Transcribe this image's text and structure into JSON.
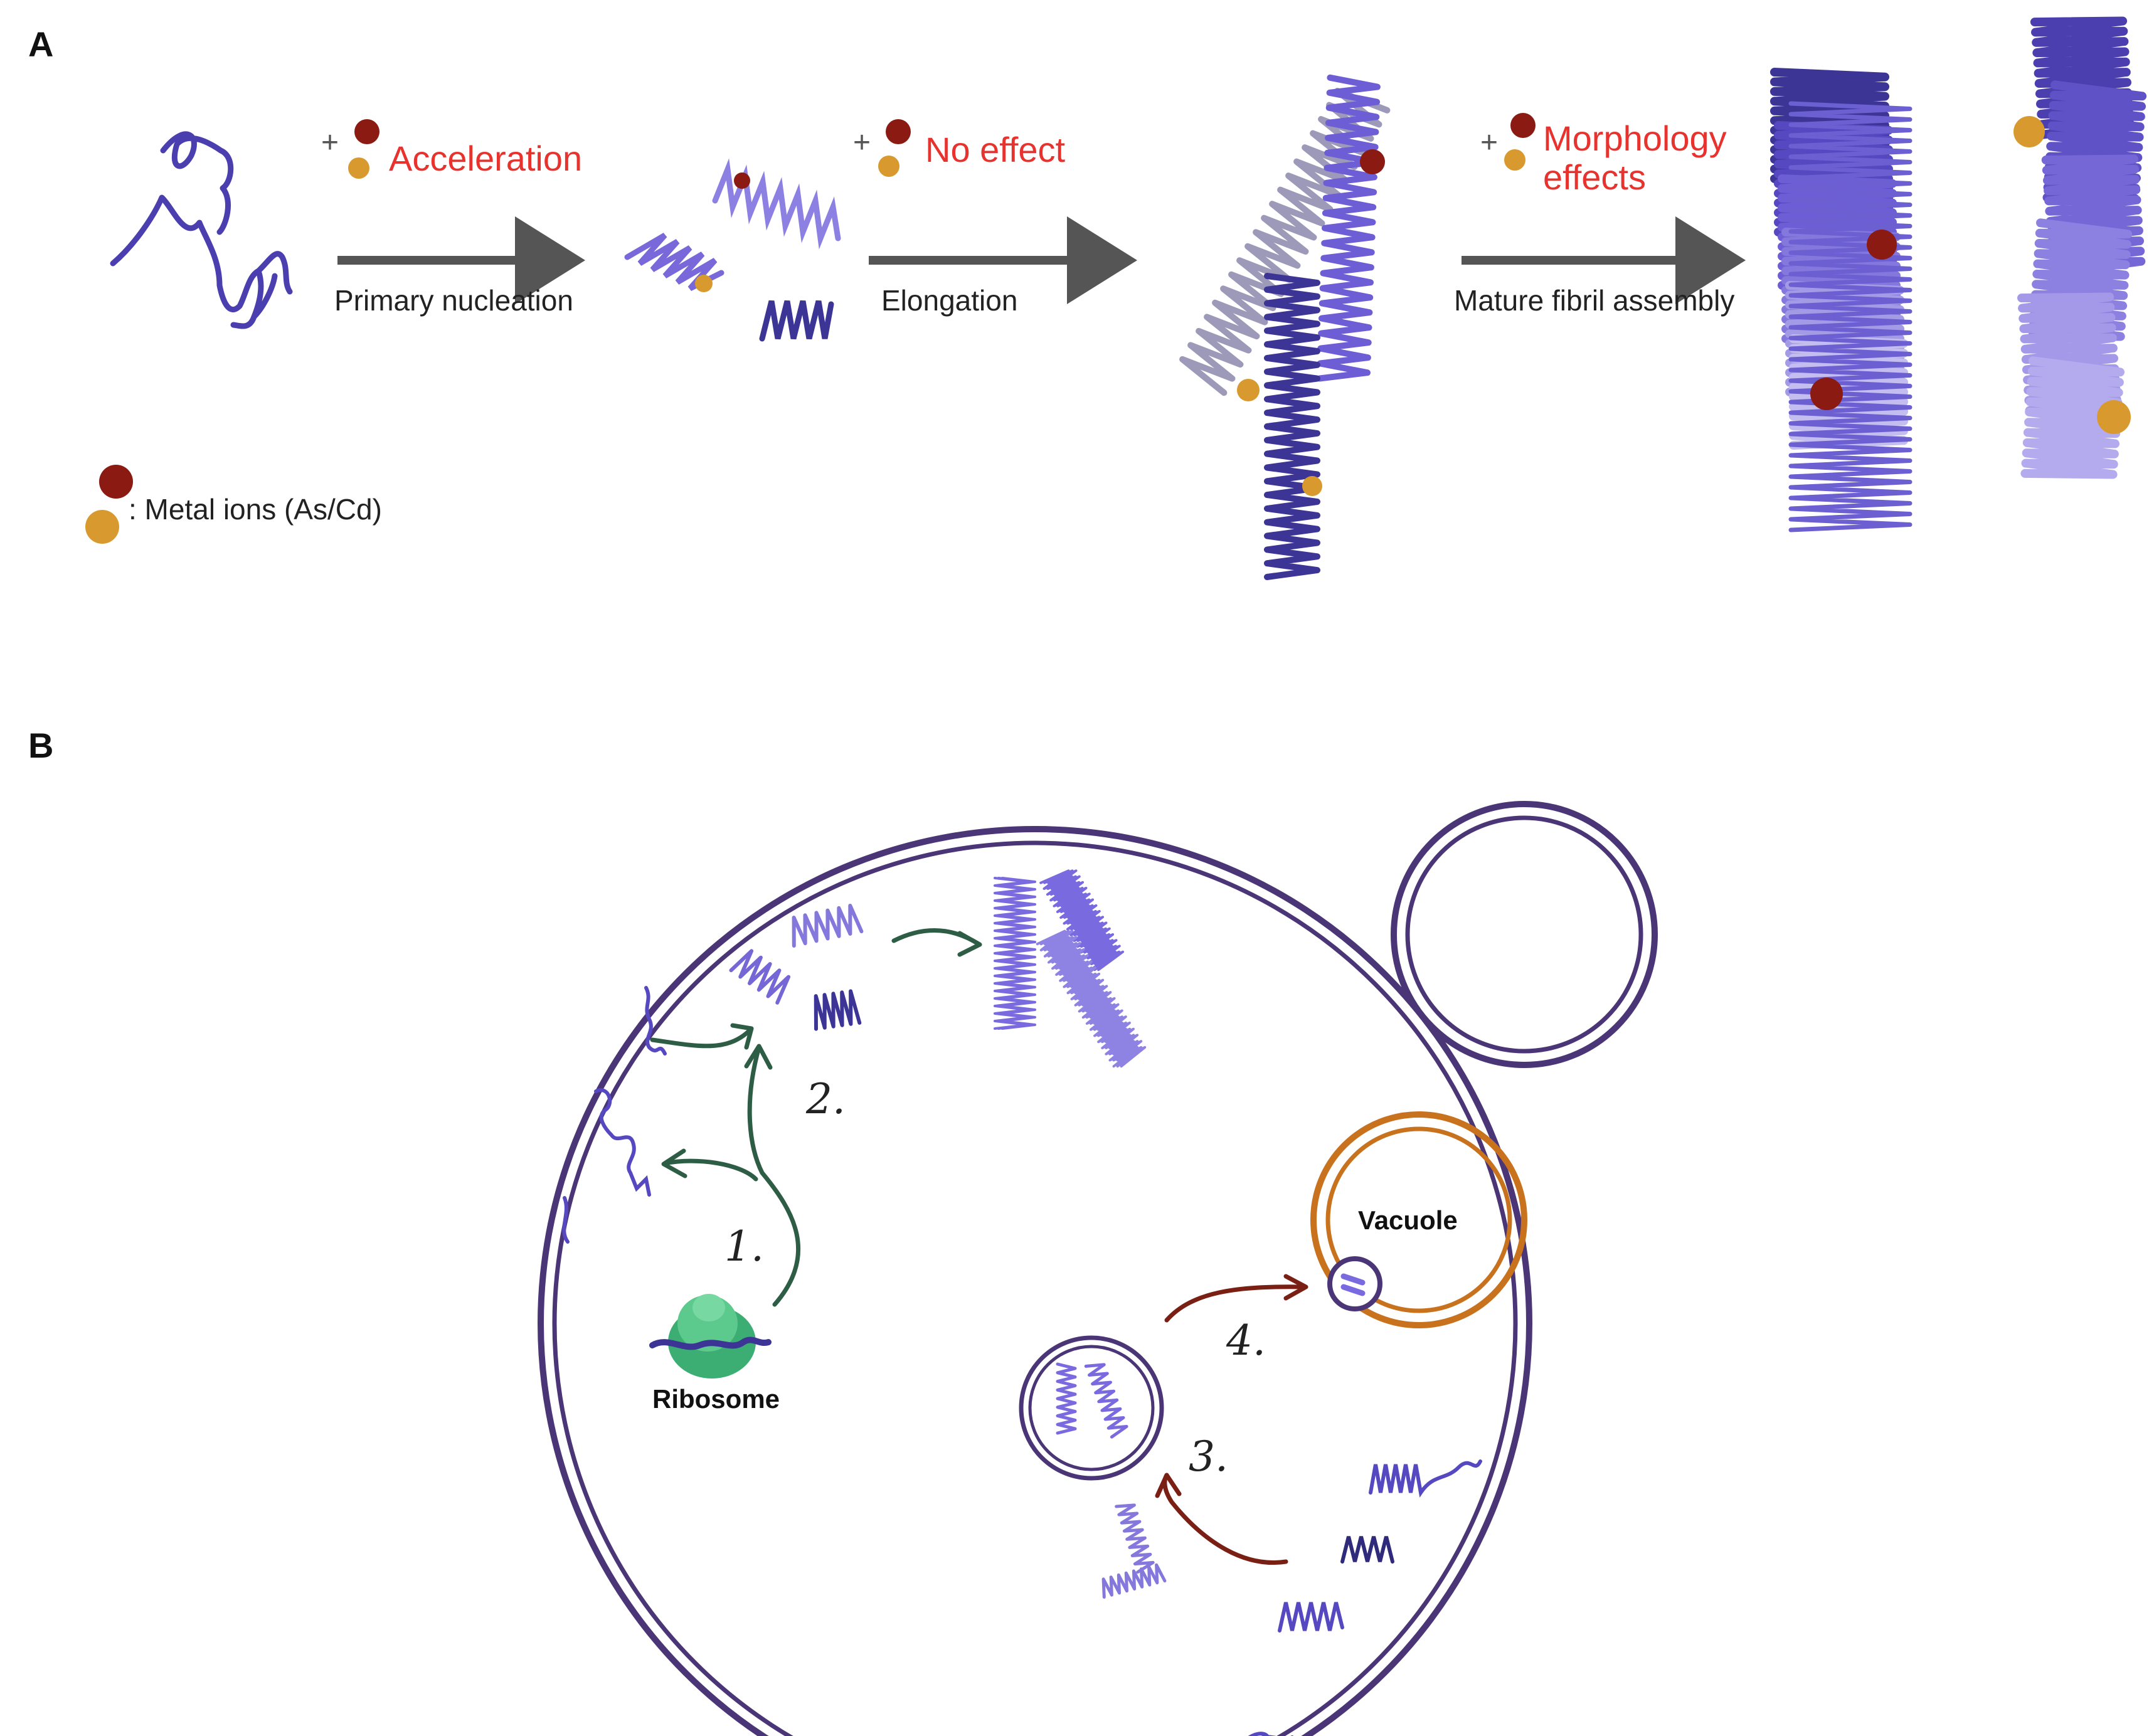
{
  "panels": {
    "a": {
      "label": "A",
      "steps": [
        {
          "caption": "Primary nucleation",
          "effect": "Acceleration"
        },
        {
          "caption": "Elongation",
          "effect": "No effect"
        },
        {
          "caption": "Mature fibril assembly",
          "effect": "Morphology effects"
        }
      ],
      "plus_sign": "+",
      "legend": ": Metal ions (As/Cd)"
    },
    "b": {
      "label": "B",
      "ribosome_label": "Ribosome",
      "vacuole_label": "Vacuole",
      "step_numbers": [
        "1.",
        "2.",
        "3.",
        "4."
      ]
    }
  },
  "colors": {
    "ion_red": "#8b1a12",
    "ion_orange": "#d89a2e",
    "effect_text": "#e8322e",
    "arrow_gray": "#555555",
    "fibril_dark": "#3d3596",
    "fibril_mid": "#6d5ed6",
    "fibril_light": "#9a90e0",
    "cell_wall": "#4a3576",
    "vacuole": "#c8721e",
    "green_arrow": "#2e5d45",
    "red_arrow": "#7a1f14",
    "ribosome": "#3dae73"
  }
}
